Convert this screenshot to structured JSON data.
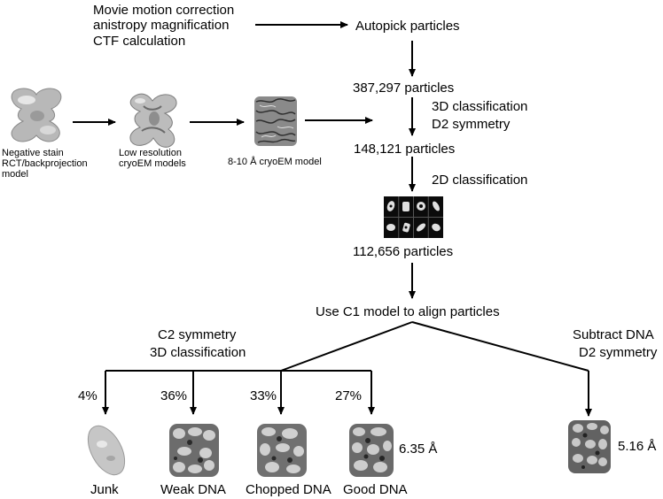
{
  "top_input": {
    "line1": "Movie motion correction",
    "line2": "anistropy magnification",
    "line3": "CTF calculation"
  },
  "pipeline": {
    "autopick": "Autopick particles",
    "count1": "387,297 particles",
    "step1_line1": "3D classification",
    "step1_line2": "D2 symmetry",
    "count2": "148,121 particles",
    "step2": "2D classification",
    "count3": "112,656 particles",
    "align": "Use C1 model to align particles"
  },
  "reference_models": [
    {
      "caption": [
        "Negative stain",
        "RCT/backprojection",
        "model"
      ]
    },
    {
      "caption": [
        "Low resolution",
        "cryoEM models"
      ]
    },
    {
      "caption": [
        "8-10 Å cryoEM model"
      ]
    }
  ],
  "left_branch": {
    "line1": "C2 symmetry",
    "line2": "3D classification"
  },
  "right_branch": {
    "line1": "Subtract DNA",
    "line2": "D2 symmetry"
  },
  "classes": [
    {
      "percent": "4%",
      "label": "Junk"
    },
    {
      "percent": "36%",
      "label": "Weak DNA"
    },
    {
      "percent": "33%",
      "label": "Chopped DNA"
    },
    {
      "percent": "27%",
      "label": "Good DNA"
    }
  ],
  "resolutions": {
    "good_dna": "6.35 Å",
    "subtracted": "5.16 Å"
  },
  "colors": {
    "line": "#000000",
    "density_light": "#c8c8c8",
    "density_dark": "#3a3a3a",
    "class_panel": "#0b0b0b"
  }
}
